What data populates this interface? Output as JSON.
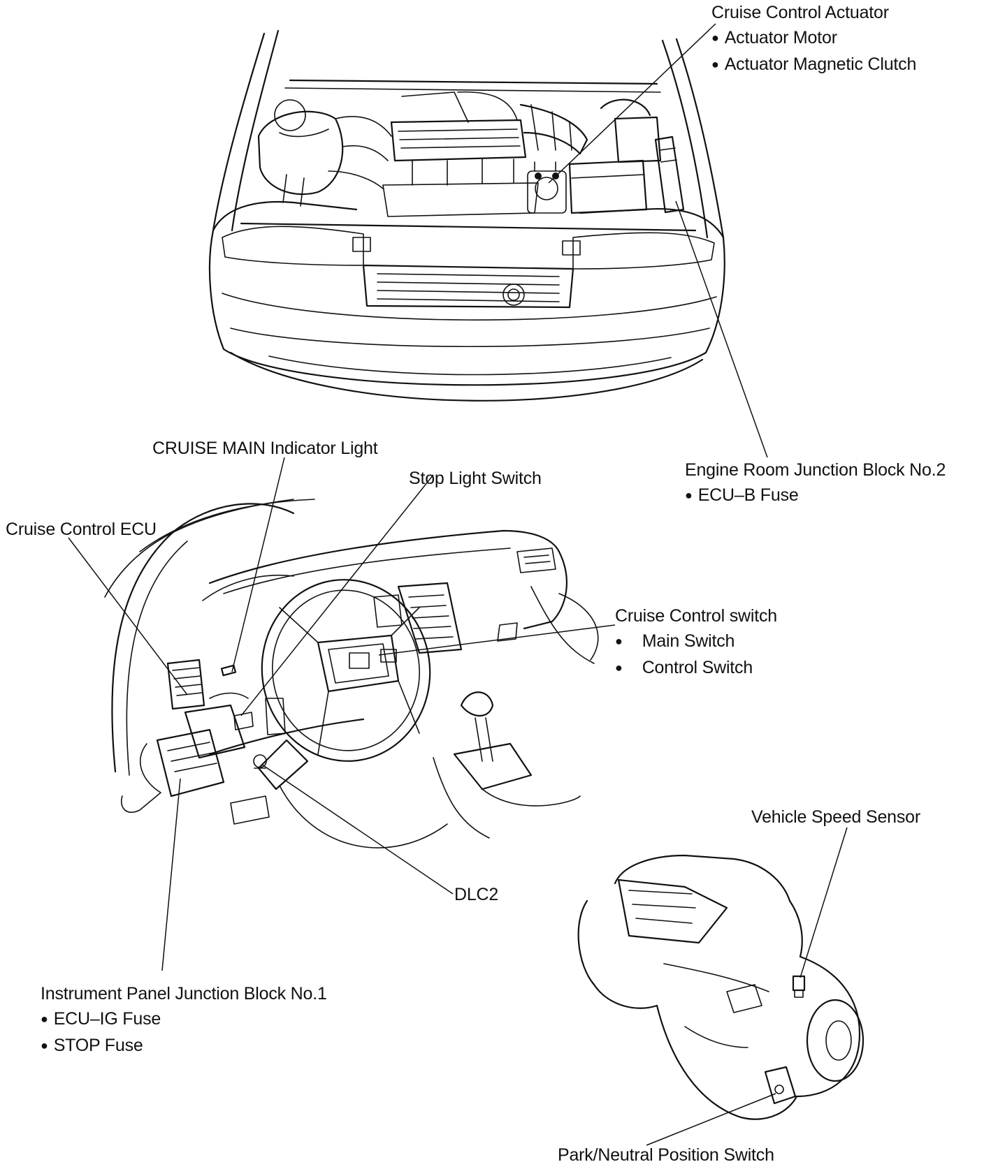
{
  "labels": {
    "actuator": {
      "title": "Cruise Control Actuator",
      "items": [
        "Actuator Motor",
        "Actuator Magnetic Clutch"
      ]
    },
    "cruise_main_light": {
      "title": "CRUISE MAIN Indicator Light"
    },
    "stop_light_switch": {
      "title": "Stop Light Switch"
    },
    "engine_room_jb": {
      "title": "Engine Room Junction Block No.2",
      "items": [
        "ECU–B Fuse"
      ]
    },
    "cruise_ecu": {
      "title": "Cruise Control ECU"
    },
    "cruise_switch": {
      "title": "Cruise Control switch",
      "items": [
        "Main Switch",
        "Control Switch"
      ]
    },
    "vehicle_speed_sensor": {
      "title": "Vehicle Speed Sensor"
    },
    "dlc2": {
      "title": "DLC2"
    },
    "instrument_panel_jb": {
      "title": "Instrument Panel Junction Block No.1",
      "items": [
        "ECU–IG Fuse",
        "STOP Fuse"
      ]
    },
    "park_neutral_switch": {
      "title": "Park/Neutral Position Switch"
    }
  }
}
